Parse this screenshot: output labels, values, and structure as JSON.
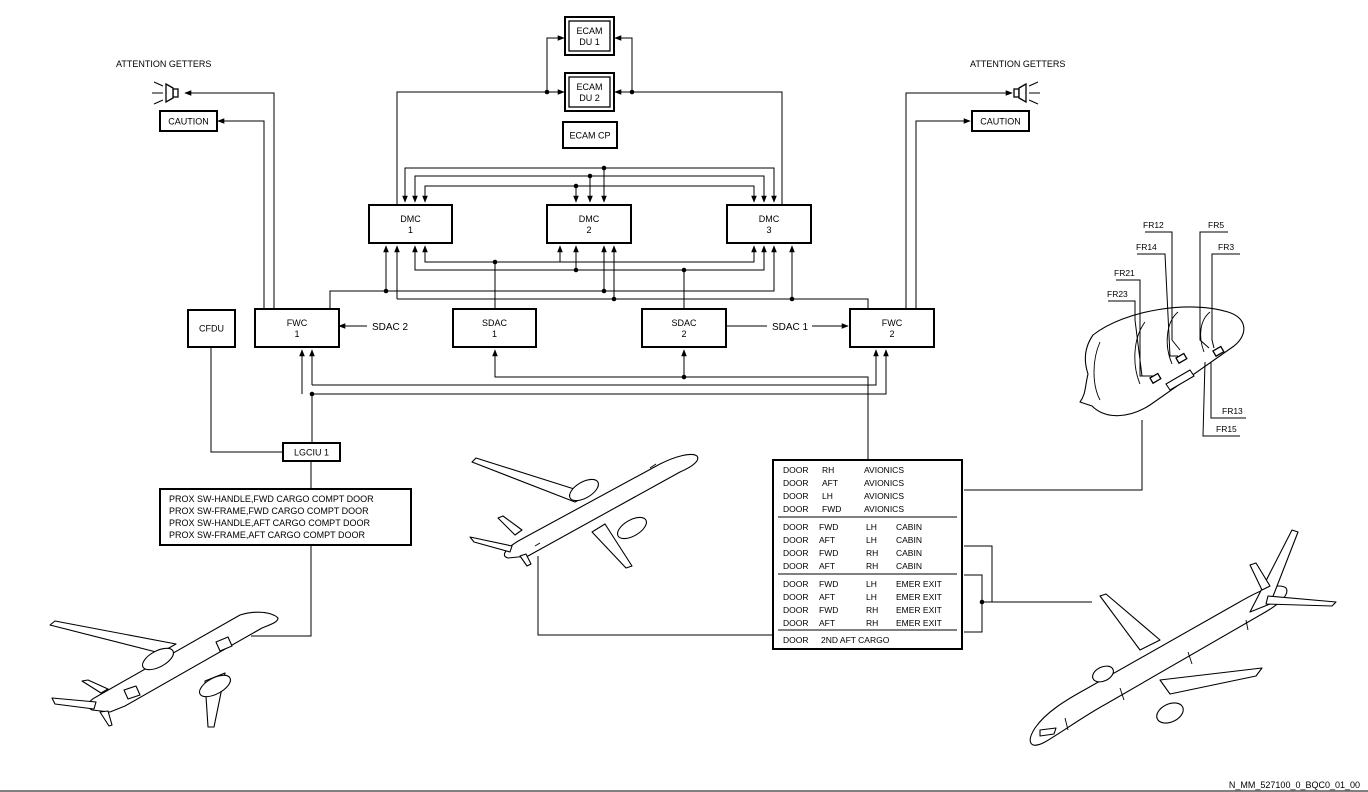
{
  "attention_getters": {
    "left": "ATTENTION GETTERS",
    "right": "ATTENTION GETTERS"
  },
  "caution": {
    "left": "CAUTION",
    "right": "CAUTION"
  },
  "ecam": {
    "du1": [
      "ECAM",
      "DU 1"
    ],
    "du2": [
      "ECAM",
      "DU 2"
    ],
    "cp": "ECAM CP"
  },
  "dmc": [
    [
      "DMC",
      "1"
    ],
    [
      "DMC",
      "2"
    ],
    [
      "DMC",
      "3"
    ]
  ],
  "fwc": [
    [
      "FWC",
      "1"
    ],
    [
      "FWC",
      "2"
    ]
  ],
  "sdac": [
    [
      "SDAC",
      "1"
    ],
    [
      "SDAC",
      "2"
    ]
  ],
  "cfdu": "CFDU",
  "sdac2_label": "SDAC 2",
  "sdac1_label": "SDAC 1",
  "lgciu": "LGCIU 1",
  "prox_switches": [
    "PROX SW-HANDLE,FWD CARGO COMPT DOOR",
    "PROX SW-FRAME,FWD CARGO COMPT DOOR",
    "PROX SW-HANDLE,AFT CARGO COMPT DOOR",
    "PROX SW-FRAME,AFT CARGO COMPT DOOR"
  ],
  "doors": {
    "avionics": [
      [
        "DOOR",
        "RH",
        "AVIONICS"
      ],
      [
        "DOOR",
        "AFT",
        "AVIONICS"
      ],
      [
        "DOOR",
        "LH",
        "AVIONICS"
      ],
      [
        "DOOR",
        "FWD",
        "AVIONICS"
      ]
    ],
    "cabin": [
      [
        "DOOR",
        "FWD",
        "LH",
        "CABIN"
      ],
      [
        "DOOR",
        "AFT",
        "LH",
        "CABIN"
      ],
      [
        "DOOR",
        "FWD",
        "RH",
        "CABIN"
      ],
      [
        "DOOR",
        "AFT",
        "RH",
        "CABIN"
      ]
    ],
    "emer": [
      [
        "DOOR",
        "FWD",
        "LH",
        "EMER EXIT"
      ],
      [
        "DOOR",
        "AFT",
        "LH",
        "EMER EXIT"
      ],
      [
        "DOOR",
        "FWD",
        "RH",
        "EMER EXIT"
      ],
      [
        "DOOR",
        "AFT",
        "RH",
        "EMER EXIT"
      ]
    ],
    "cargo": [
      "DOOR",
      "2ND AFT CARGO"
    ]
  },
  "frames": [
    "FR12",
    "FR14",
    "FR5",
    "FR3",
    "FR21",
    "FR23",
    "FR13",
    "FR15"
  ],
  "reference": "N_MM_527100_0_BQC0_01_00"
}
